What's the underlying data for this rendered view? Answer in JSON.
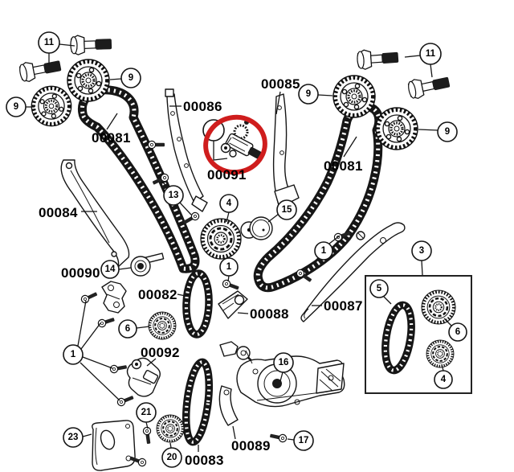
{
  "diagram": "engine-timing-chain-exploded-parts-diagram",
  "highlight": {
    "color": "#cf1d1d",
    "highlighted_part": "00091"
  },
  "part_labels": {
    "chain_left": "00081",
    "chain_right": "00081",
    "chain_secondary": "00082",
    "chain_oil_pump": "00083",
    "guide_left": "00084",
    "guide_right": "00085",
    "guide_upper_center": "00086",
    "arm_right": "00087",
    "guide_small_center": "00088",
    "guide_lower_center": "00089",
    "bracket_left": "00090",
    "tensioner_highlighted": "00091",
    "tensioner_lower_left": "00092"
  },
  "callouts": {
    "bolt_left_pair": "11",
    "gear_left_outer": "9",
    "gear_left_inner": "9",
    "bolt_right_pair": "11",
    "gear_right_inner": "9",
    "gear_right_outer": "9",
    "screws_upper_center": "13",
    "crank_sprocket": "4",
    "roller": "15",
    "screw_center": "1",
    "screws_arm": "1",
    "washer_bolt": "14",
    "gear_lower_left": "6",
    "screws_lower_left": "1",
    "kit_box": "3",
    "kit_chain": "5",
    "kit_gear_upper": "6",
    "kit_gear_lower": "4",
    "stud": "21",
    "sprocket_small": "20",
    "cover": "23",
    "oil_pump": "16",
    "screw_oil_pump": "17"
  }
}
